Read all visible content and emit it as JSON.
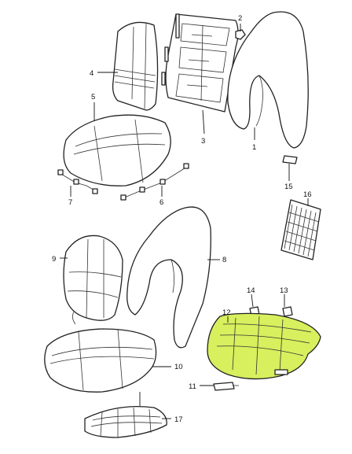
{
  "colors": {
    "highlight": "#d8ef5e",
    "line": "#222222",
    "background": "#ffffff"
  },
  "callouts": {
    "c1": "1",
    "c2": "2",
    "c3": "3",
    "c4": "4",
    "c5": "5",
    "c6": "6",
    "c7": "7",
    "c8": "8",
    "c9": "9",
    "c10": "10",
    "c11": "11",
    "c12": "12",
    "c13": "13",
    "c14": "14",
    "c15": "15",
    "c16": "16",
    "c17": "17"
  }
}
